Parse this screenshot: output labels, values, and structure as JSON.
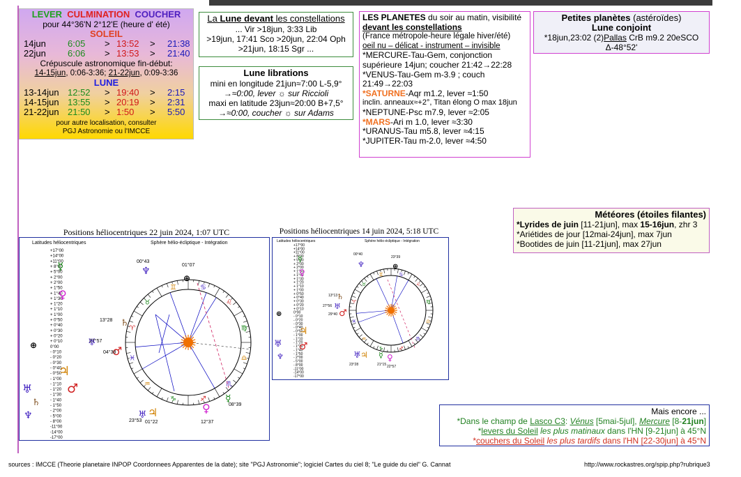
{
  "ephem": {
    "hdr_lever": "LEVER",
    "hdr_culm": "CULMINATION",
    "hdr_couch": "COUCHER",
    "location": "pour 44°36'N  2°12'E (heure d' été)",
    "soleil_label": "SOLEIL",
    "soleil_rows": [
      {
        "date": "14jun",
        "rise": "6:05",
        "culm": "13:52",
        "set": "21:38"
      },
      {
        "date": "22jun",
        "rise": "6:06",
        "culm": "13:53",
        "set": "21:40"
      }
    ],
    "crep_label": "Crépuscule astronomique fin-début:",
    "crep_a": "14-15jun",
    "crep_a_val": ", 0:06-3:36; ",
    "crep_b": "21-22jun",
    "crep_b_val": ", 0:09-3:36",
    "lune_label": "LUNE",
    "lune_rows": [
      {
        "date": "13-14jun",
        "rise": "12:52",
        "culm": "19:40",
        "set": "2:15"
      },
      {
        "date": "14-15jun",
        "rise": "13:55",
        "culm": "20:19",
        "set": "2:31"
      },
      {
        "date": "21-22jun",
        "rise": "21:50",
        "culm": "1:50",
        "set": "5:50"
      }
    ],
    "arrow": ">",
    "note1": "pour autre localisation, consulter",
    "note2": "PGJ Astronomie ou l'IMCCE"
  },
  "constellations": {
    "title_a": "La ",
    "title_b": "Lune devant",
    "title_c": " les constellations",
    "line1": "... Vir >18jun, 3:33 Lib",
    "line2": ">19jun, 17:41 Sco >20jun, 22:04 Oph",
    "line3": ">21jun, 18:15 Sgr ..."
  },
  "librations": {
    "title": "Lune librations",
    "l1": "mini en longitude 21jun≈7:00 L-5,9°",
    "l2": "→≈0:00, lever ☼ sur Riccioli",
    "l3": "maxi en latitude 23jun≈20:00 B+7,5°",
    "l4": "→≈0:00, coucher ☼ sur Adams"
  },
  "planetes": {
    "t1": "LES PLANETES",
    "t2": " du soir au matin, visibilité",
    "t3": "devant les constellations",
    "t4": "(France métropole-heure légale hiver/été)",
    "t5": "oeil nu – délicat - instrument – invisible",
    "mercure": "*MERCURE-Tau-Gem, conjonction supérieure 14jun; coucher 21:42→22:28",
    "venus": "*VENUS-Tau-Gem m-3.9 ; couch 21:49→22:03",
    "saturne_a": "*SATURNE",
    "saturne_b": "-Aqr m1.2, lever ≈1:50",
    "saturne_c": "inclin. anneaux≈+2°, Titan élong O max 18jun",
    "neptune": "*NEPTUNE-Psc m7.9, lever ≈2:05",
    "mars_a": "*MARS",
    "mars_b": "-Ari m 1.0, lever ≈3:30",
    "uranus": "*URANUS-Tau m5.8, lever ≈4:15",
    "jupiter": "*JUPITER-Tau m-2.0, lever ≈4:50"
  },
  "asteroides": {
    "title": "Petites planètes",
    "title_b": " (astéroïdes)",
    "sub": "Lune conjoint",
    "l1a": "*18jun,23:02 (2)",
    "l1b": "Pallas",
    "l1c": " CrB m9.2 20eSCO",
    "l2": "Δ-48°52'"
  },
  "meteores": {
    "title": "Météores (étoiles filantes)",
    "l1a": "*Lyrides de juin",
    "l1b": " [11-21jun], max ",
    "l1c": "15-16jun",
    "l1d": ", zhr 3",
    "l2": "*Ariétides de jour [12mai-24jun], max 7jun",
    "l3": "*Bootides de juin [11-21jun], max 27jun"
  },
  "encore": {
    "title": "Mais encore ...",
    "l1a": "*Dans le champ de ",
    "l1b": "Lasco C3",
    "l1c": ": ",
    "l1d": "Vénus",
    "l1e": " [5mai-5jul], ",
    "l1f": "Mercure",
    "l1g": " [8-",
    "l1h": "21jun",
    "l1i": "]",
    "l2a": "*",
    "l2b": "levers du Soleil",
    "l2c": " les plus matinaux",
    "l2d": " dans l'HN [9-21jun] à 45°N",
    "l3a": "*",
    "l3b": "couchers du Soleil",
    "l3c": " les plus tardifs",
    "l3d": " dans l'HN [22-30jun] à 45°N"
  },
  "chart1": {
    "title": "Positions héliocentriques 22 juin 2024, 1:07 UTC",
    "lat_label": "Latitudes héliocentriques",
    "sphere_label": "Sphère hélio-écliptique - Intégration",
    "ticks": [
      "+17°00",
      "+14°00",
      "+11°00",
      "+ 8°00",
      "+ 5°00",
      "+ 2°00",
      "+ 2°00",
      "+ 1°50",
      "+ 1°40",
      "+ 1°30",
      "+ 1°20",
      "+ 1°10",
      "+ 1°00",
      "+ 0°50",
      "+ 0°40",
      "+ 0°30",
      "+ 0°20",
      "+ 0°10",
      "0°00",
      "- 0°10",
      "- 0°20",
      "- 0°30",
      "- 0°40",
      "- 0°50",
      "- 1°00",
      "- 1°10",
      "- 1°20",
      "- 1°30",
      "- 1°40",
      "- 1°50",
      "- 2°00",
      "- 5°00",
      "- 8°00",
      "-11°00",
      "-14°00",
      "-17°00"
    ],
    "labels": [
      "00°43",
      "01°07",
      "13°28",
      "27°57",
      "04°38",
      "08°39",
      "23°53",
      "01°22",
      "12°37"
    ]
  },
  "chart2": {
    "title": "Positions héliocentriques 14 juin 2024, 5:18 UTC",
    "lat_label": "Latitudes héliocentriques",
    "sphere_label": "Sphère hélio-écliptique - Intégration",
    "labels": [
      "00°40",
      "23°39",
      "13°13",
      "27°56",
      "29°40",
      "23°28",
      "21°15",
      "22°57"
    ]
  },
  "footer": {
    "sources": "sources : IMCCE (Theorie planetaire INPOP Coordonnees Apparentes de la date); site \"PGJ Astronomie\"; logiciel  Cartes du ciel 8; \"Le guide du ciel\" G. Cannat",
    "url": "http://www.rockastres.org/spip.php?rubrique3"
  },
  "colors": {
    "mercury": "#108010",
    "venus": "#d020d0",
    "mars": "#d02020",
    "jupiter": "#d08000",
    "saturn": "#805020",
    "uranus": "#4020c0",
    "neptune": "#4020c0",
    "sun": "#f07000"
  }
}
